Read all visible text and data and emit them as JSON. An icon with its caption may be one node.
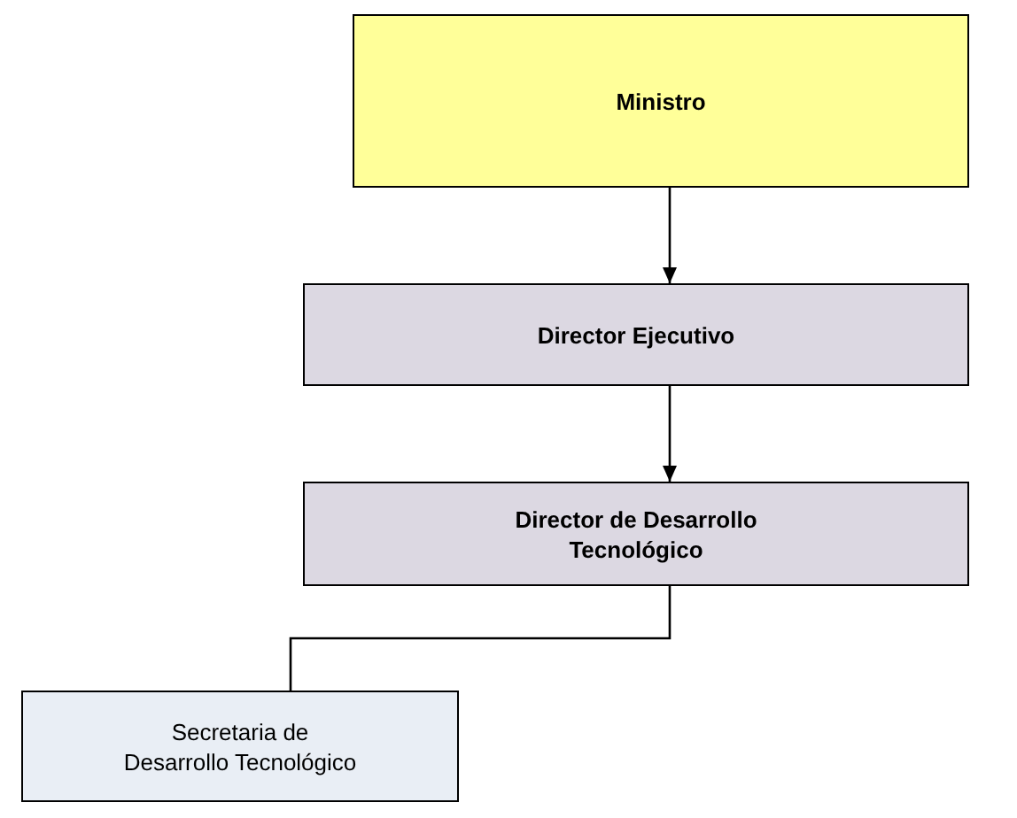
{
  "diagram": {
    "nodes": [
      {
        "text": [
          "Ministro"
        ]
      },
      {
        "text": [
          "Director Ejecutivo"
        ]
      },
      {
        "text": [
          "Director de Desarrollo Tecnológico"
        ]
      },
      {
        "text": [
          "Secretaria de Desarrollo Tecnológico"
        ]
      }
    ],
    "edges": [
      {
        "from": 0,
        "to": 1,
        "arrow": "to"
      },
      {
        "from": 1,
        "to": 2,
        "arrow": "to"
      },
      {
        "from": 2,
        "to": 3,
        "arrow": "none"
      }
    ]
  }
}
